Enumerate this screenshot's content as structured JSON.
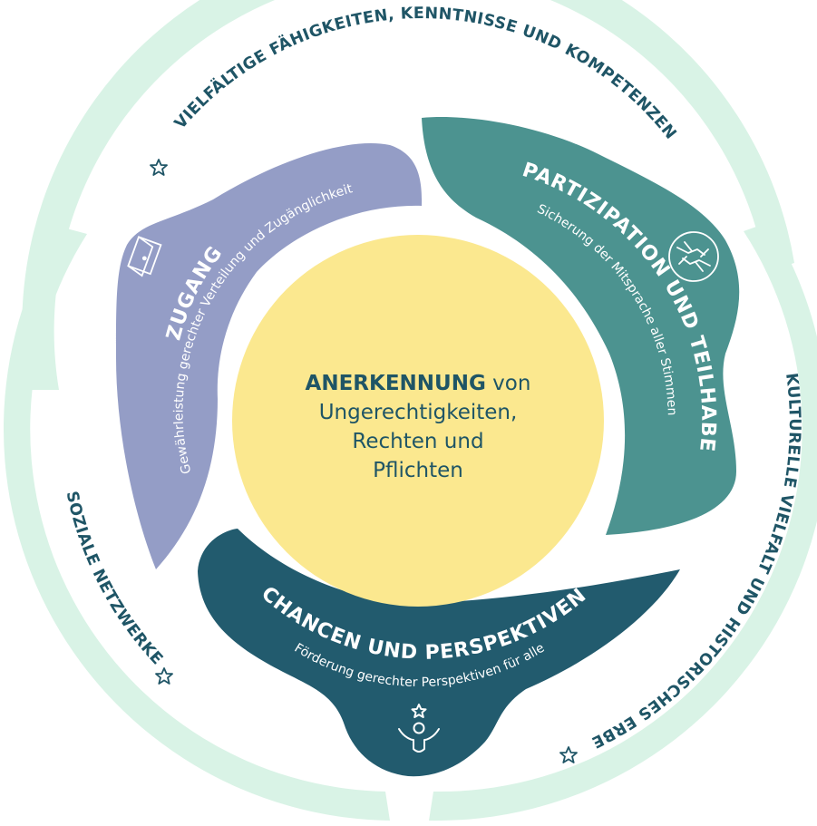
{
  "colors": {
    "ring": "#d9f3e6",
    "zugang": "#949dc6",
    "partizipation": "#4c9390",
    "chancen": "#225b6e",
    "center": "#fbe88f",
    "text_dark": "#1f5566"
  },
  "ring": {
    "top_label": "VIELFÄLTIGE FÄHIGKEITEN, KENNTNISSE UND KOMPETENZEN",
    "left_label": "SOZIALE NETZWERKE",
    "right_label": "KULTURELLE VIELFALT UND HISTORISCHES ERBE",
    "icon": "star-icon"
  },
  "petals": {
    "zugang": {
      "title": "ZUGANG",
      "subtitle": "Gewährleistung gerechter Verteilung und Zugänglichkeit",
      "icon": "door-icon"
    },
    "partizipation": {
      "title": "PARTIZIPATION UND TEILHABE",
      "subtitle": "Sicherung der Mitsprache aller Stimmen",
      "icon": "hands-together-icon"
    },
    "chancen": {
      "title": "CHANCEN UND PERSPEKTIVEN",
      "subtitle": "Förderung gerechter Perspektiven für alle",
      "icon": "person-star-icon"
    }
  },
  "center": {
    "bold": "ANERKENNUNG",
    "rest": " von",
    "line2": "Ungerechtigkeiten,",
    "line3": "Rechten und",
    "line4": "Pflichten"
  }
}
